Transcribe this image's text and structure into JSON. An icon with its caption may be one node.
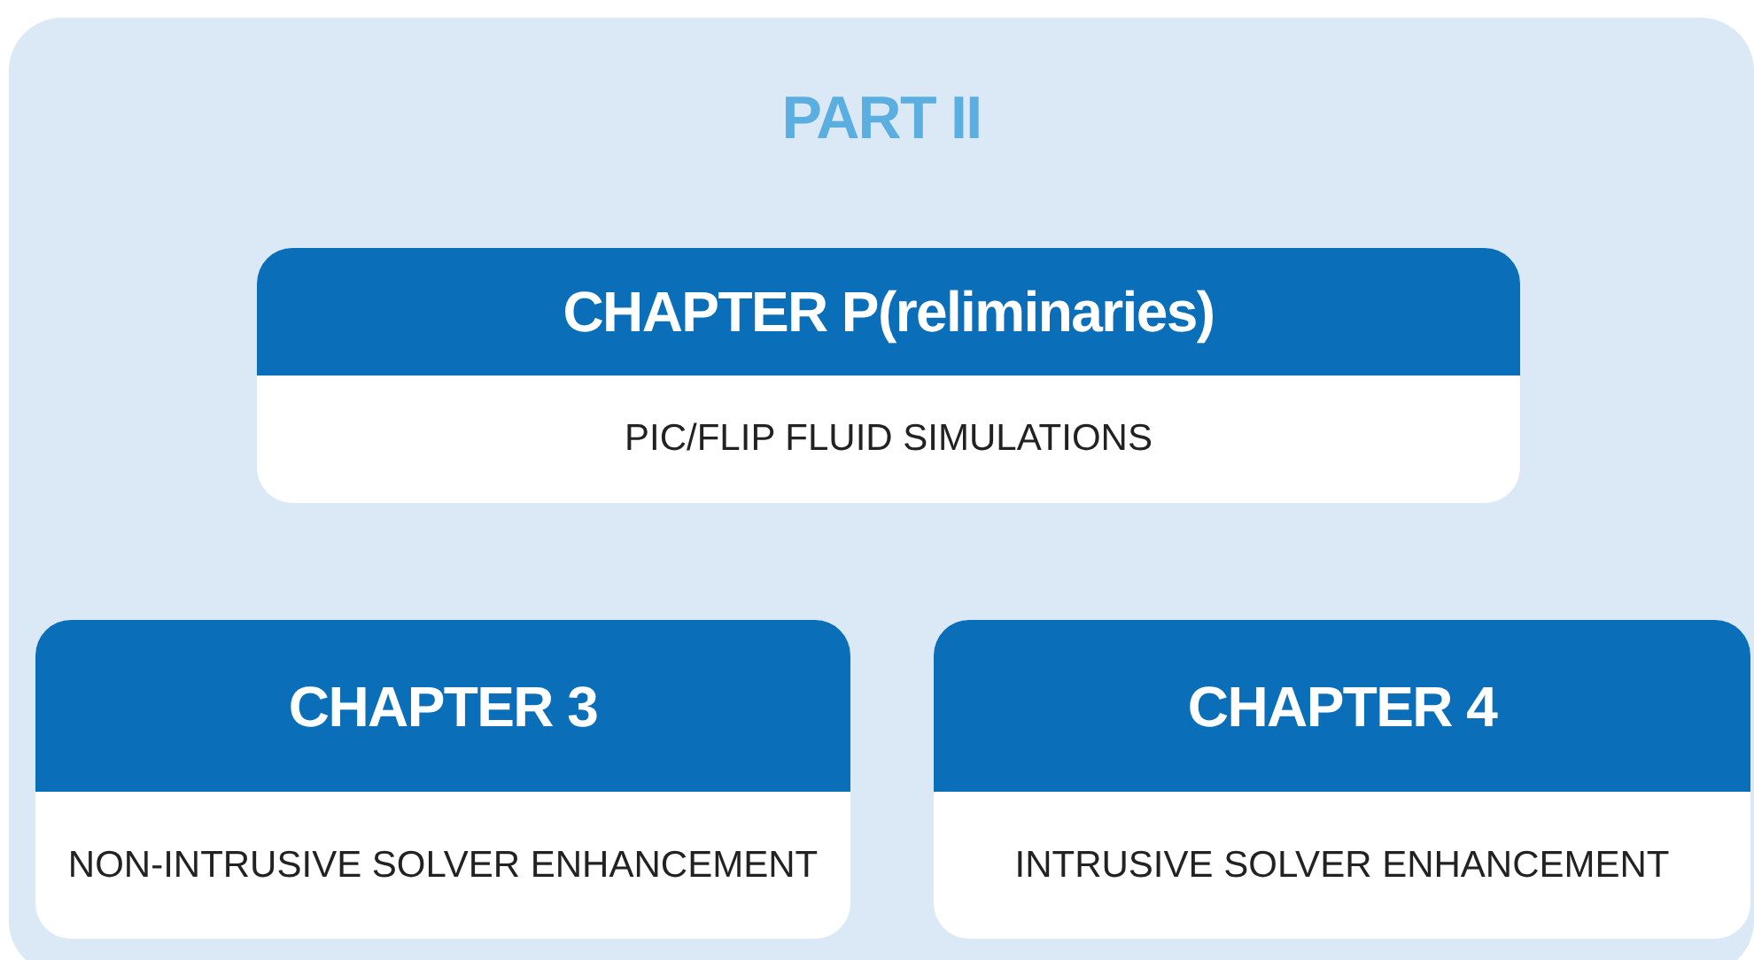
{
  "diagram": {
    "nodes": [
      {
        "text": [
          "PART II"
        ]
      },
      {
        "text": [
          "CHAPTER P(reliminaries)",
          "PIC/FLIP FLUID SIMULATIONS"
        ],
        "in": 0
      },
      {
        "text": [
          "CHAPTER 3",
          "NON-INTRUSIVE SOLVER ENHANCEMENT"
        ],
        "in": 0
      },
      {
        "text": [
          "CHAPTER 4",
          "INTRUSIVE SOLVER ENHANCEMENT"
        ],
        "in": 0
      }
    ]
  }
}
